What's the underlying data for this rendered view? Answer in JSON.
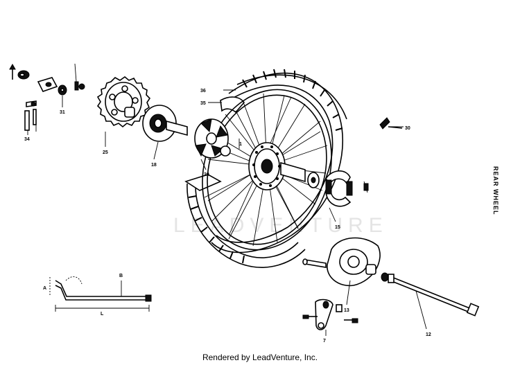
{
  "watermark": "LEADVENTURE",
  "side_title": "REAR WHEEL",
  "footer": "Rendered by LeadVenture, Inc.",
  "labels": {
    "sprocket": "25",
    "hub": "1",
    "tire": "36",
    "tube": "35",
    "valve": "30",
    "brake_shoe": "15",
    "brake_panel": "13",
    "axle": "12",
    "cush_drive": "18",
    "arm": "7",
    "bolt": "34",
    "nut": "31",
    "spacer": "20",
    "dim_top": "B",
    "dim_bottom": "L",
    "dim_left": "A"
  }
}
